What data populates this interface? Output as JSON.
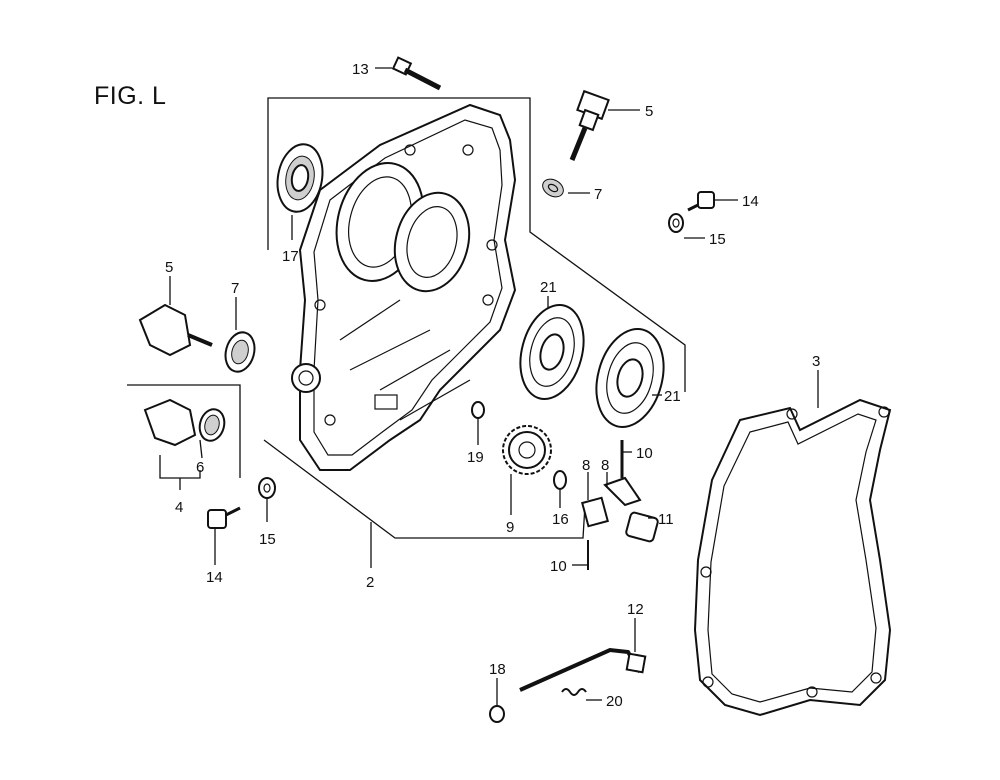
{
  "figure": {
    "title": "FIG. L"
  },
  "labels": {
    "l13": "13",
    "l5a": "5",
    "l7a": "7",
    "l14a": "14",
    "l15a": "15",
    "l17": "17",
    "l5b": "5",
    "l7b": "7",
    "l21a": "21",
    "l21b": "21",
    "l4": "4",
    "l6": "6",
    "l14b": "14",
    "l15b": "15",
    "l2": "2",
    "l19": "19",
    "l9": "9",
    "l16": "16",
    "l8a": "8",
    "l8b": "8",
    "l10a": "10",
    "l11": "11",
    "l10b": "10",
    "l3": "3",
    "l12": "12",
    "l18": "18",
    "l20": "20"
  }
}
